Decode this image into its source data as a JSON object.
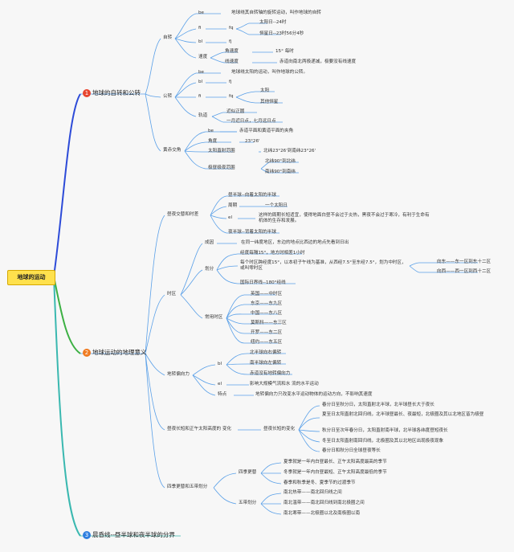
{
  "root": "地球的运动",
  "b1": {
    "num": "1",
    "label": "地球的自转和公转",
    "rotation": {
      "label": "自转",
      "be": "be",
      "be_text": "地球绕其自转轴的旋转运动，叫作地球的自转",
      "fi": "fi",
      "fq": "fq",
      "fq_items": [
        "太阳日--24时",
        "恒星日--23时56分4秒"
      ],
      "bl": "bl",
      "bl_val": "fj",
      "speed": "速度",
      "angular": "角速度",
      "angular_val": "15° 每时",
      "linear": "线速度",
      "linear_val": "赤道向南北两极递减，极要没有线速度"
    },
    "revolution": {
      "label": "公转",
      "be": "be",
      "be_text": "地球绕太阳的运动，叫作地球的公转。",
      "bl": "bl",
      "bl_val": "fj",
      "fi": "fi",
      "fq": "fq",
      "fq_items": [
        "太阳",
        "其他恒星"
      ],
      "orbit": "轨道",
      "orbit_items": [
        "近似正圆",
        "一月近日点，七月远日点"
      ]
    },
    "obliquity": {
      "label": "黄赤交角",
      "be": "be",
      "be_text": "赤道平面和黄道平面的夹角",
      "angle": "角度",
      "angle_val": "23°26'",
      "tropics": "太阳直射范围",
      "tropics_val": "北纬23°26'到南纬23°26'",
      "polar": "极昼极夜范围",
      "polar_items": [
        "北纬90°到北纬",
        "南纬90°到南纬"
      ]
    }
  },
  "b2": {
    "num": "2",
    "label": "地球运动的地理意义",
    "daynight": {
      "label": "昼夜交替和时差",
      "day": "昼半球--向着太阳的半球",
      "period": "周期",
      "period_val": "一个太阳日",
      "el": "el",
      "el_text": "这样的周期长短适宜，使得地面白昼不会过于炎热，黑夜不会过于寒冷，有利于生命有机体的生存和发展。",
      "night": "夜半球--背着太阳的半球"
    },
    "timezone": {
      "label": "时区",
      "local": "成因",
      "local_val": "在同一纬度地区，东边的地点比西边的地点先看到日出",
      "divide": "划分",
      "d1": "经度每隔15°，地方时相差1小时",
      "d2": "每个时区跨经度15°，以本初子午线为基准，从西经7.5°至东经7.5°，划为中时区，或叫零时区",
      "east": "向东——东一区到东十二区",
      "west": "向西——西一区到西十二区",
      "dateline": "国际日界线--180°经线",
      "common": "常用时区",
      "zones": [
        "英国——中时区",
        "东京——东九区",
        "中国——东八区",
        "莫斯科——东三区",
        "开罗——东二区",
        "纽约——东五区"
      ]
    },
    "coriolis": {
      "label": "地转偏向力",
      "bl": "bl",
      "items": [
        "北半球向右偏转",
        "南半球向左偏转",
        "赤道没有地转偏向力"
      ],
      "el": "el",
      "el_text": "影响大规模气流和水 流的水平运动",
      "feature": "特点",
      "feature_text": "地转偏向力只改变水平运动物体的运动方向，不影响其速度"
    },
    "daylen": {
      "label": "昼夜长短和正午太阳高度的 变化",
      "sub": "昼夜长短的变化",
      "items": [
        "春分日至秋分日，太阳直射北半球，北半球昼长大于夜长",
        "夏至日太阳直射北回归线，北半球昼最长、夜最短，北极圈及其以北地区皆为极昼",
        "秋分日至次年春分日，太阳直射南半球，北半球各纬度昼短夜长",
        "冬至日太阳直射南回归线，北极圈及其以北地区出现极夜现象",
        "春分日和秋分日全球昼夜等长"
      ]
    },
    "seasons": {
      "label": "四季更替和五带划分",
      "four": "四季更替",
      "four_items": [
        "夏季就是一年内白昼最长、正午太阳高度最高的季节",
        "冬季就是一年内白昼最短、正午太阳高度最低的季节",
        "春季和秋季是冬、夏季节的过渡季节"
      ],
      "five": "五带划分",
      "five_items": [
        "南北热带——南北回归线之间",
        "南北温带——南北回归线到南北极圈之间",
        "南北寒带——北极圈以北及南极圈以南"
      ]
    }
  },
  "b3": {
    "num": "3",
    "label": "晨昏线--昼半球和夜半球的分界"
  },
  "colors": {
    "b1": "#2d4bd8",
    "b2": "#3cb043",
    "b3": "#3ab8b0",
    "leaf": "#5aa0e8",
    "root": "#ffe14d"
  }
}
